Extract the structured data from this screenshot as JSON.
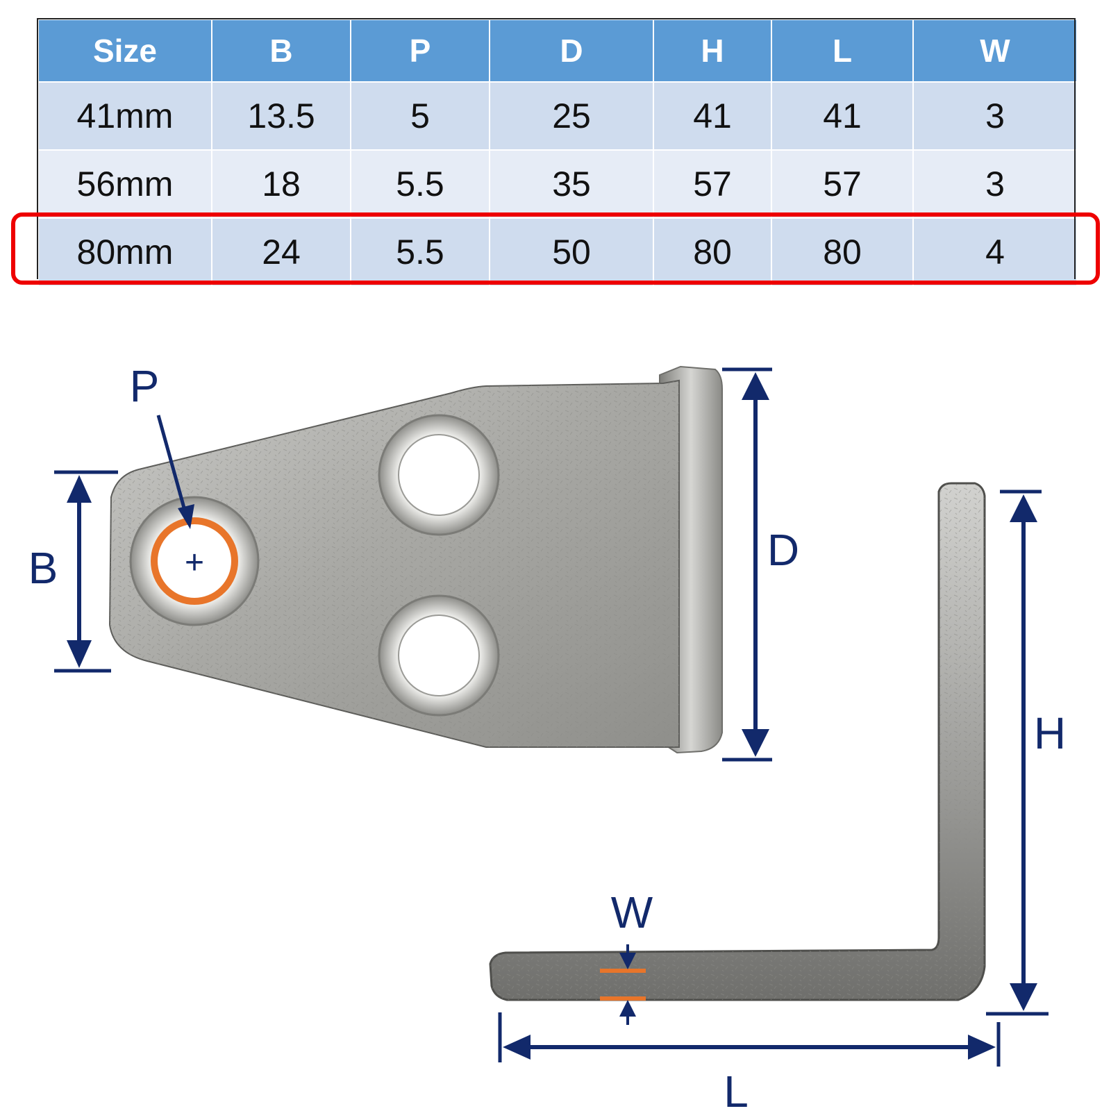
{
  "table": {
    "headers": [
      "Size",
      "B",
      "P",
      "D",
      "H",
      "L",
      "W"
    ],
    "rows": [
      [
        "41mm",
        "13.5",
        "5",
        "25",
        "41",
        "41",
        "3"
      ],
      [
        "56mm",
        "18",
        "5.5",
        "35",
        "57",
        "57",
        "3"
      ],
      [
        "80mm",
        "24",
        "5.5",
        "50",
        "80",
        "80",
        "4"
      ]
    ],
    "highlighted_row": 2
  },
  "diagram": {
    "labels": {
      "P": "P",
      "B": "B",
      "D": "D",
      "H": "H",
      "W": "W",
      "L": "L"
    }
  },
  "colors": {
    "header_bg": "#5b9bd5",
    "row_odd_bg": "#cfdcee",
    "row_even_bg": "#e6ecf6",
    "highlight": "#ee0000",
    "dimension_lines": "#12296b",
    "hole_ring": "#e8752a",
    "metal": "#a9a9a6"
  }
}
